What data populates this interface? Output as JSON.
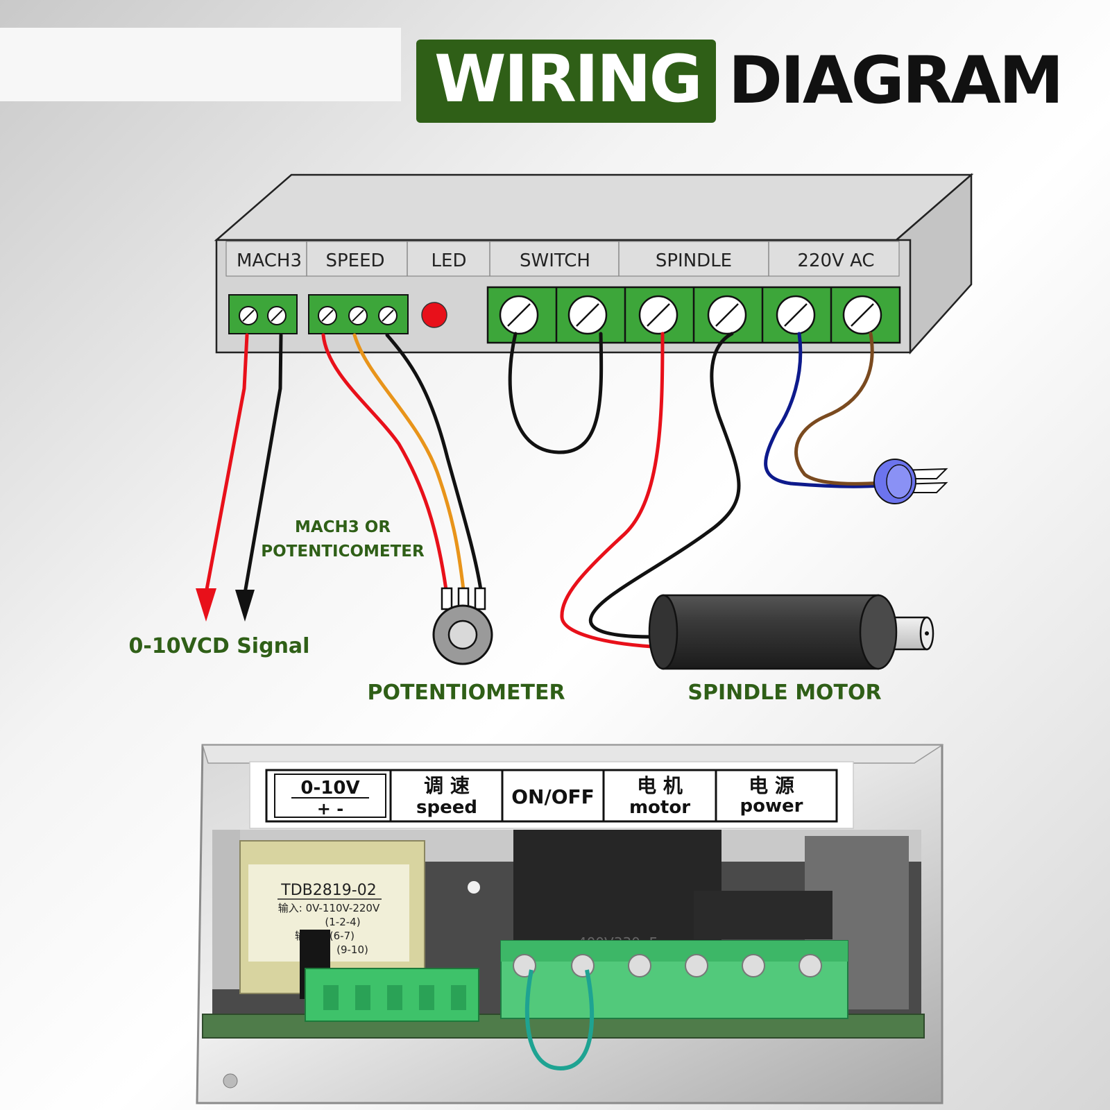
{
  "title": {
    "highlight": "WIRING",
    "rest": "DIAGRAM"
  },
  "controller": {
    "sections": [
      "MACH3",
      "SPEED",
      "LED",
      "SWITCH",
      "SPINDLE",
      "220V AC"
    ]
  },
  "labels": {
    "signal": "0-10VCD Signal",
    "mach3_or_line1": "MACH3 OR",
    "mach3_or_line2": "POTENTICOMETER",
    "potentiometer": "POTENTIOMETER",
    "spindle_motor": "SPINDLE MOTOR"
  },
  "photo_label": {
    "voltage": "0-10V",
    "polarity": "+ -",
    "speed_cn": "调 速",
    "speed_en": "speed",
    "onoff": "ON/OFF",
    "motor_cn": "电 机",
    "motor_en": "motor",
    "power_cn": "电 源",
    "power_en": "power"
  },
  "transformer": {
    "model": "TDB2819-02",
    "line1": "输入: 0V-110V-220V",
    "line2": "(1-2-4)",
    "line3": "输出 V (6-7)",
    "line4": "(9-10)"
  },
  "capacitor": {
    "label": "400V330μF"
  },
  "colors": {
    "title_green": "#2f5f17",
    "label_green": "#2f5f17",
    "terminal_green": "#3da63a",
    "wire_red": "#e8101a",
    "wire_orange": "#e8941a",
    "wire_blue": "#0d1a8c",
    "wire_brown": "#7a4a1f"
  }
}
